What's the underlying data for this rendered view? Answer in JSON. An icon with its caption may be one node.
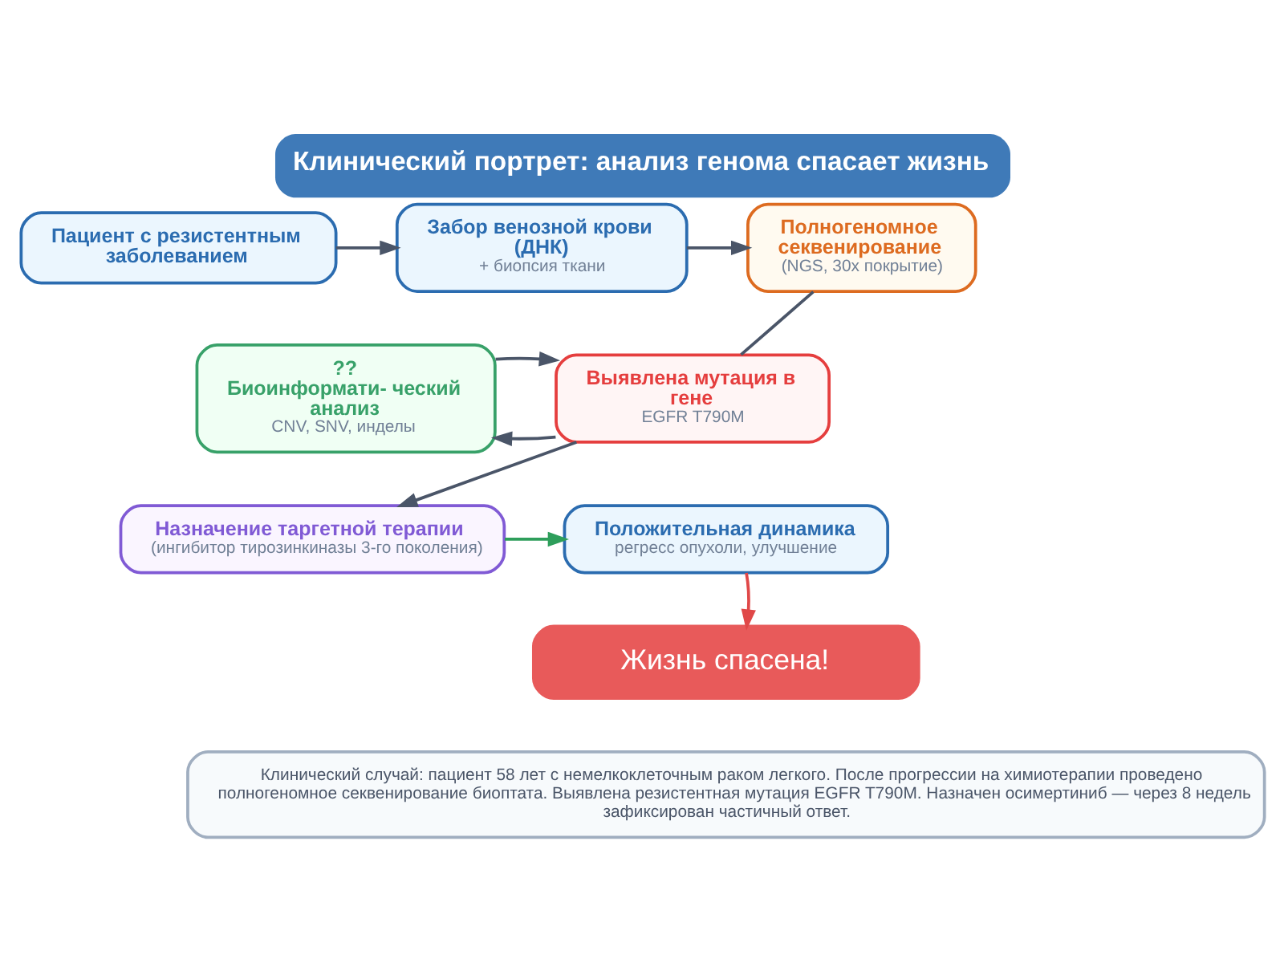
{
  "diagram": {
    "title": "Клинический портрет: анализ генома спасает жизнь",
    "nodes": [
      {
        "text": [
          "Пациент с резистентным заболеванием"
        ]
      },
      {
        "text": [
          "Забор венозной крови (ДНК)",
          "+ биопсия ткани"
        ]
      },
      {
        "text": [
          "Полногеномное секвенирование",
          "(NGS, 30x покрытие)"
        ]
      },
      {
        "text": [
          "??",
          "Биоинформати- ческий анализ",
          "CNV, SNV, инделы"
        ]
      },
      {
        "text": [
          "Выявлена мутация в гене",
          "EGFR T790M"
        ]
      },
      {
        "text": [
          "Положительная динамика",
          "регресс опухоли, улучшение"
        ]
      },
      {
        "text": [
          "Назначение таргетной терапии",
          "(ингибитор тирозинкиназы 3-го поколения)"
        ]
      },
      {
        "text": [
          "Жизнь спасена!"
        ]
      },
      {
        "text": [
          "Клинический случай: пациент 58 лет с немелкоклеточным раком легкого. После прогрессии на химиотерапии проведено полногеномное секвенирование биоптата. Выявлена резистентная мутация EGFR T790M. Назначен осимертиниб — через 8 недель зафиксирован частичный ответ."
        ]
      }
    ],
    "edges": [
      {
        "from": 0,
        "to": 1,
        "arrow": "to"
      },
      {
        "from": 1,
        "to": 2,
        "arrow": "to"
      },
      {
        "from": 2,
        "to": 4,
        "arrow": "none"
      },
      {
        "from": 4,
        "to": 3,
        "arrow": "to"
      },
      {
        "from": 3,
        "to": 4,
        "arrow": "to"
      },
      {
        "from": 4,
        "to": 6,
        "arrow": "to"
      },
      {
        "from": 6,
        "to": 5,
        "arrow": "to",
        "color": "#2e9e5b"
      },
      {
        "from": 5,
        "to": 7,
        "arrow": "to",
        "color": "#e04848"
      }
    ]
  }
}
